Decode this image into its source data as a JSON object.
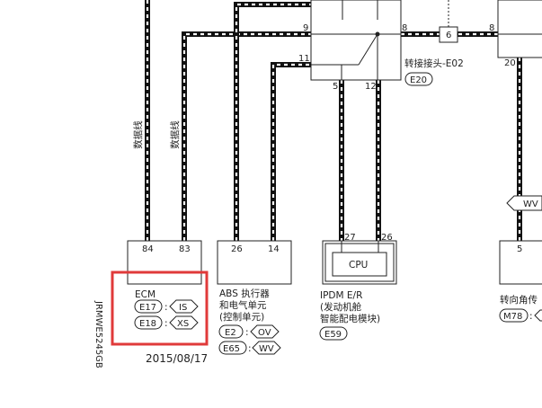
{
  "wires": {
    "data_line_1": "数据线",
    "data_line_2": "数据线"
  },
  "junction": {
    "title": "转接接头-E02",
    "connector": "E20",
    "pins": {
      "p9": "9",
      "p8": "8",
      "p11": "11",
      "p5": "5",
      "p12": "12",
      "ref6": "6",
      "right_p8": "8",
      "right_p20": "20"
    }
  },
  "ecm": {
    "pins": {
      "p84": "84",
      "p83": "83"
    },
    "name": "ECM",
    "connectors": [
      {
        "id": "E17",
        "harness": "IS"
      },
      {
        "id": "E18",
        "harness": "XS"
      }
    ]
  },
  "abs": {
    "pins": {
      "p26": "26",
      "p14": "14"
    },
    "name_line1": "ABS 执行器",
    "name_line2": "和电气单元",
    "name_line3": "(控制单元)",
    "connectors": [
      {
        "id": "E2",
        "harness": "OV"
      },
      {
        "id": "E65",
        "harness": "WV"
      }
    ]
  },
  "ipdm": {
    "pins": {
      "p27": "27",
      "p26": "26"
    },
    "cpu": "CPU",
    "name_line1": "IPDM E/R",
    "name_line2": "(发动机舱",
    "name_line3": "智能配电模块)",
    "connector": "E59"
  },
  "steering": {
    "pin": "5",
    "name": "转向角传",
    "connector": "M78",
    "wv_tag": "WV"
  },
  "side_code": "JRMWE5245GB",
  "date": "2015/08/17"
}
